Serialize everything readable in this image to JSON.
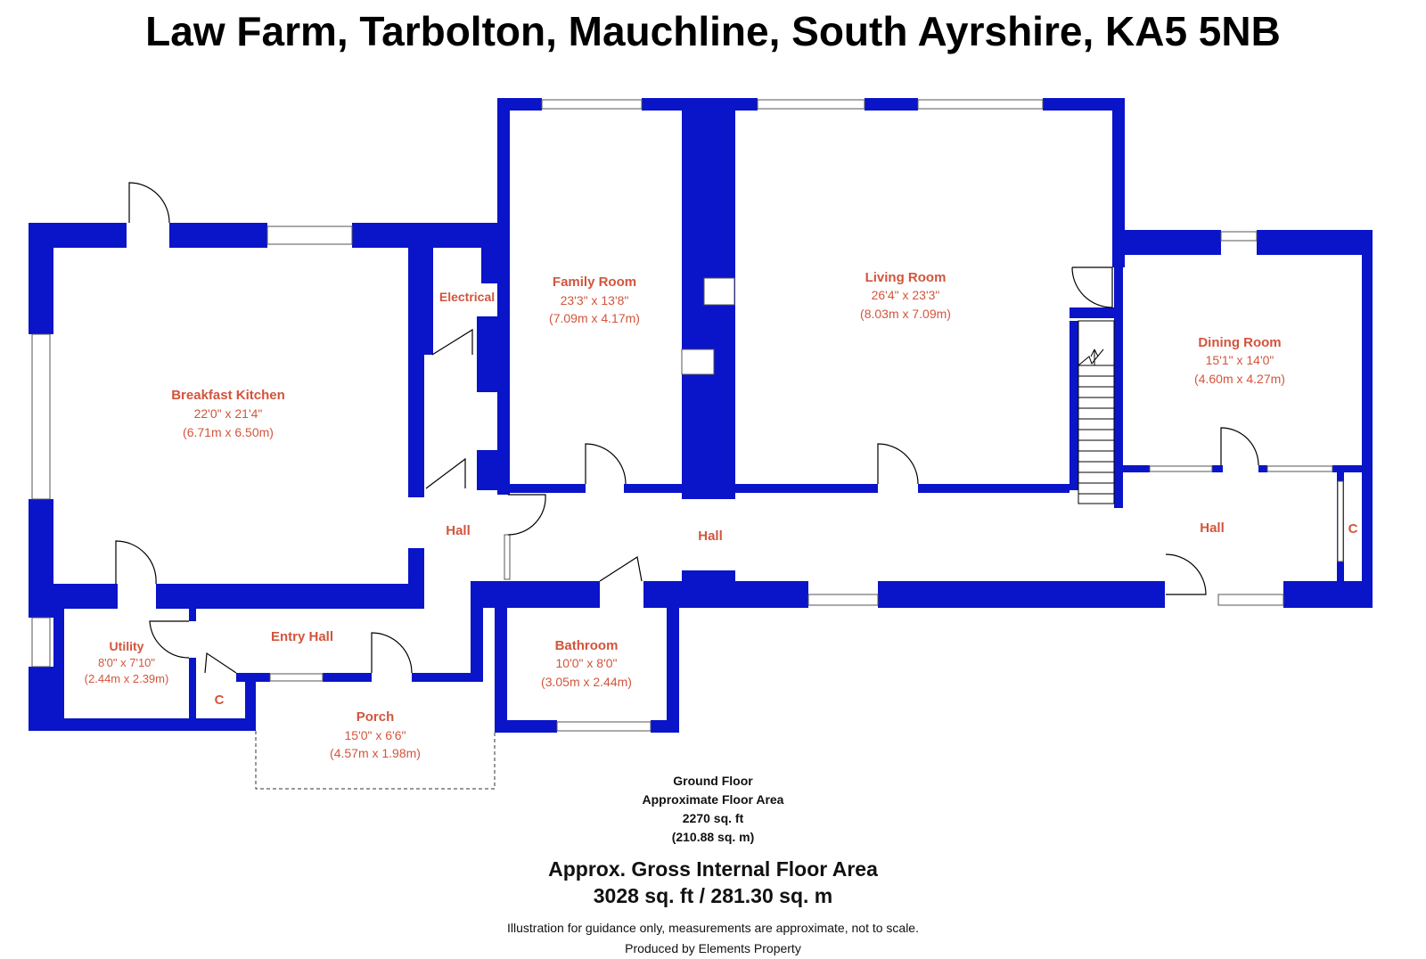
{
  "title": "Law Farm, Tarbolton, Mauchline, South Ayrshire, KA5 5NB",
  "colors": {
    "wall": "#0a14c8",
    "label": "#d2553c"
  },
  "rooms": {
    "breakfast_kitchen": {
      "name": "Breakfast Kitchen",
      "imperial": "22'0\" x 21'4\"",
      "metric": "(6.71m x 6.50m)"
    },
    "electrical": {
      "name": "Electrical"
    },
    "family_room": {
      "name": "Family Room",
      "imperial": "23'3\" x 13'8\"",
      "metric": "(7.09m x 4.17m)"
    },
    "living_room": {
      "name": "Living Room",
      "imperial": "26'4\" x 23'3\"",
      "metric": "(8.03m x 7.09m)"
    },
    "dining_room": {
      "name": "Dining Room",
      "imperial": "15'1\" x 14'0\"",
      "metric": "(4.60m x 4.27m)"
    },
    "hall_left": {
      "name": "Hall"
    },
    "hall_center": {
      "name": "Hall"
    },
    "hall_right": {
      "name": "Hall"
    },
    "cupboard_right": {
      "name": "C"
    },
    "utility": {
      "name": "Utility",
      "imperial": "8'0\" x 7'10\"",
      "metric": "(2.44m x 2.39m)"
    },
    "cupboard_left": {
      "name": "C"
    },
    "entry_hall": {
      "name": "Entry Hall"
    },
    "bathroom": {
      "name": "Bathroom",
      "imperial": "10'0\" x 8'0\"",
      "metric": "(3.05m x 2.44m)"
    },
    "porch": {
      "name": "Porch",
      "imperial": "15'0\" x 6'6\"",
      "metric": "(4.57m x 1.98m)"
    }
  },
  "floor": {
    "name": "Ground Floor",
    "area_label": "Approximate Floor Area",
    "area_sqft": "2270 sq. ft",
    "area_sqm": "(210.88 sq. m)"
  },
  "gross": {
    "label": "Approx. Gross Internal Floor Area",
    "value": "3028 sq. ft / 281.30 sq. m"
  },
  "disclaimer": "Illustration for guidance only, measurements are approximate, not to scale.",
  "producer": "Produced by Elements Property"
}
